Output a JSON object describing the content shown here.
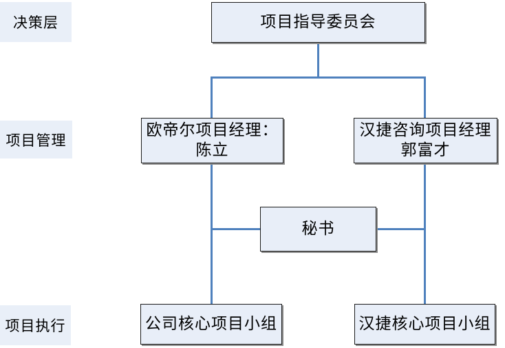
{
  "diagram": {
    "row_labels": [
      "决策层",
      "项目管理",
      "项目执行"
    ],
    "nodes": {
      "steering_committee": "项目指导委员会",
      "manager_left_line1": "欧帝尔项目经理：",
      "manager_left_line2": "陈立",
      "manager_right_line1": "汉捷咨询项目经理",
      "manager_right_line2": "郭富才",
      "secretary": "秘书",
      "team_left": "公司核心项目小组",
      "team_right": "汉捷核心项目小组"
    },
    "colors": {
      "connector": "#4f81bd",
      "node_fill": "#e8eef8",
      "node_border": "#1a1a1a",
      "row_label_fill": "#e9eff8",
      "shadow": "#8c8c8c",
      "text": "#000000"
    }
  }
}
